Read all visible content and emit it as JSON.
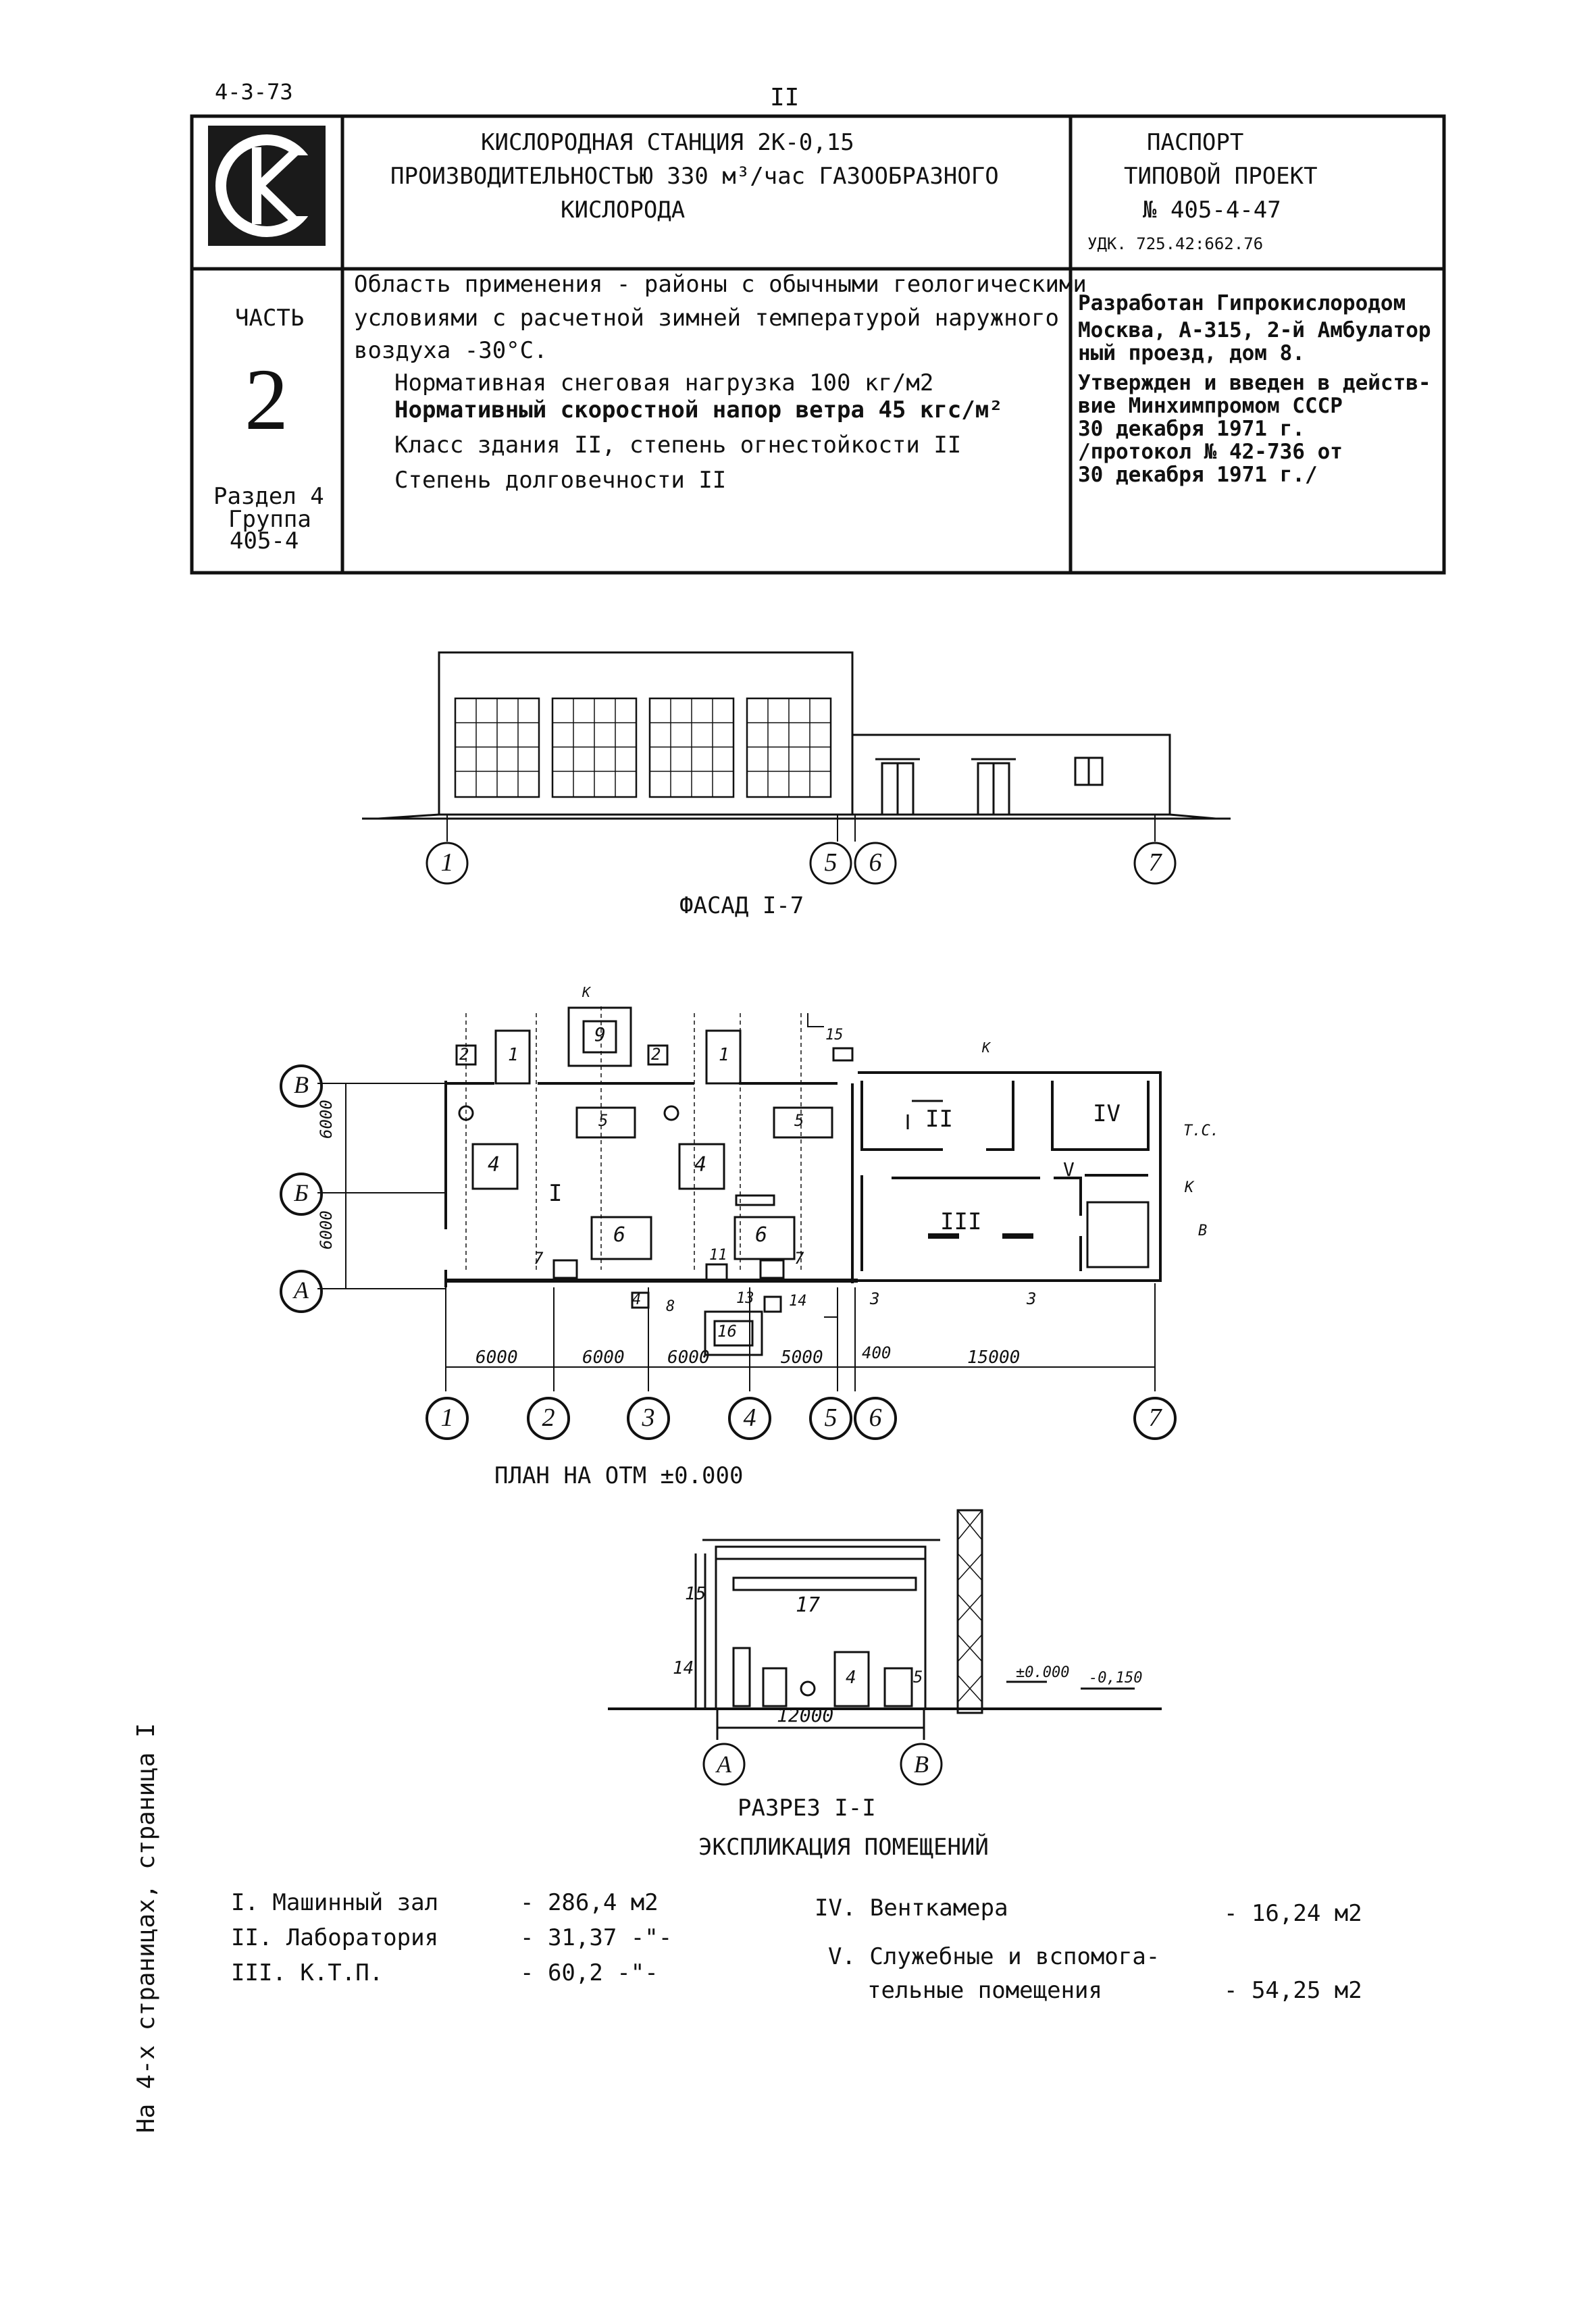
{
  "header": {
    "code": "4-3-73",
    "page_num": "II"
  },
  "title_block": {
    "title_lines": [
      "КИСЛОРОДНАЯ СТАНЦИЯ 2К-0,15",
      "ПРОИЗВОДИТЕЛЬНОСТЬЮ 330 м³/час ГАЗООБРАЗНОГО",
      "КИСЛОРОДА"
    ],
    "passport_lines": [
      "ПАСПОРТ",
      "ТИПОВОЙ ПРОЕКТ",
      "№ 405-4-47"
    ],
    "udk": "УДК. 725.42:662.76",
    "part_label": "ЧАСТЬ",
    "part_number": "2",
    "section_lines": [
      "Раздел 4",
      "Группа",
      "405-4"
    ],
    "scope_lines": [
      "Область применения - районы с обычными геологическими",
      "условиями с расчетной зимней температурой наружного",
      "воздуха -30°С.",
      "Нормативная снеговая нагрузка 100 кг/м2",
      "Нормативный скоростной напор ветра 45 кгс/м²",
      "Класс здания II, степень огнестойкости II",
      "Степень долговечности II"
    ],
    "developer_lines": [
      "Разработан Гипрокислородом",
      "Москва, А-315, 2-й Амбулатор",
      "ный проезд, дом 8.",
      "Утвержден и введен в действ-",
      "вие Минхимпромом СССР",
      "30 декабря 1971 г.",
      "/протокол № 42-736 от",
      "30 декабря 1971 г./"
    ]
  },
  "drawings": {
    "facade_caption": "ФАСАД I-7",
    "plan_caption": "ПЛАН НА ОТМ ±0.000",
    "section_caption": "РАЗРЕЗ I-I",
    "facade_axes": [
      "1",
      "5",
      "6",
      "7"
    ],
    "plan_axes_bottom": [
      "1",
      "2",
      "3",
      "4",
      "5",
      "6",
      "7"
    ],
    "plan_axes_left": [
      "В",
      "Б",
      "А"
    ],
    "plan_dims": [
      "6000",
      "6000",
      "6000",
      "5000",
      "400",
      "15000"
    ],
    "plan_dims_vertical": [
      "6000",
      "6000"
    ],
    "plan_rooms": [
      "I",
      "II",
      "III",
      "IV",
      "V"
    ],
    "plan_marks": [
      "1",
      "1",
      "2",
      "2",
      "3",
      "3",
      "4",
      "4",
      "4",
      "5",
      "5",
      "6",
      "6",
      "7",
      "7",
      "8",
      "9",
      "11",
      "13",
      "14",
      "15",
      "16",
      "К",
      "К",
      "К",
      "В",
      "Т.С."
    ],
    "section_axes": [
      "А",
      "В"
    ],
    "section_dim": "12000",
    "section_levels": [
      "±0.000",
      "-0,150"
    ],
    "section_marks": [
      "17",
      "15",
      "14",
      "4",
      "5"
    ]
  },
  "explication": {
    "title": "ЭКСПЛИКАЦИЯ ПОМЕЩЕНИЙ",
    "left": [
      {
        "name": "I. Машинный зал",
        "value": "- 286,4 м2"
      },
      {
        "name": "II. Лаборатория",
        "value": "- 31,37 -\"-"
      },
      {
        "name": "III. К.Т.П.",
        "value": "- 60,2 -\"-"
      }
    ],
    "right": [
      {
        "name": "IV. Венткамера",
        "value": "- 16,24 м2"
      },
      {
        "name": "V. Служебные и вспомога-",
        "name2": "тельные помещения",
        "value": "- 54,25 м2"
      }
    ]
  },
  "side_note": "На 4-х страницах, страница I"
}
